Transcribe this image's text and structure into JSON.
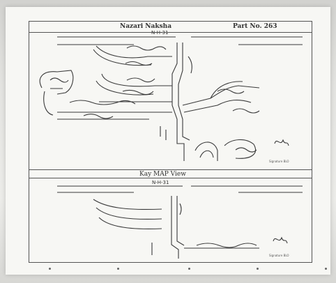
{
  "header": {
    "title": "Nazari Naksha",
    "part_label": "Part No. 263"
  },
  "top_map": {
    "highway_label": "N-H-31",
    "signature_caption": "Signature BLO"
  },
  "key_map": {
    "title": "Kay MAP View",
    "highway_label": "N-H-31",
    "signature_caption": "Signature BLO"
  }
}
